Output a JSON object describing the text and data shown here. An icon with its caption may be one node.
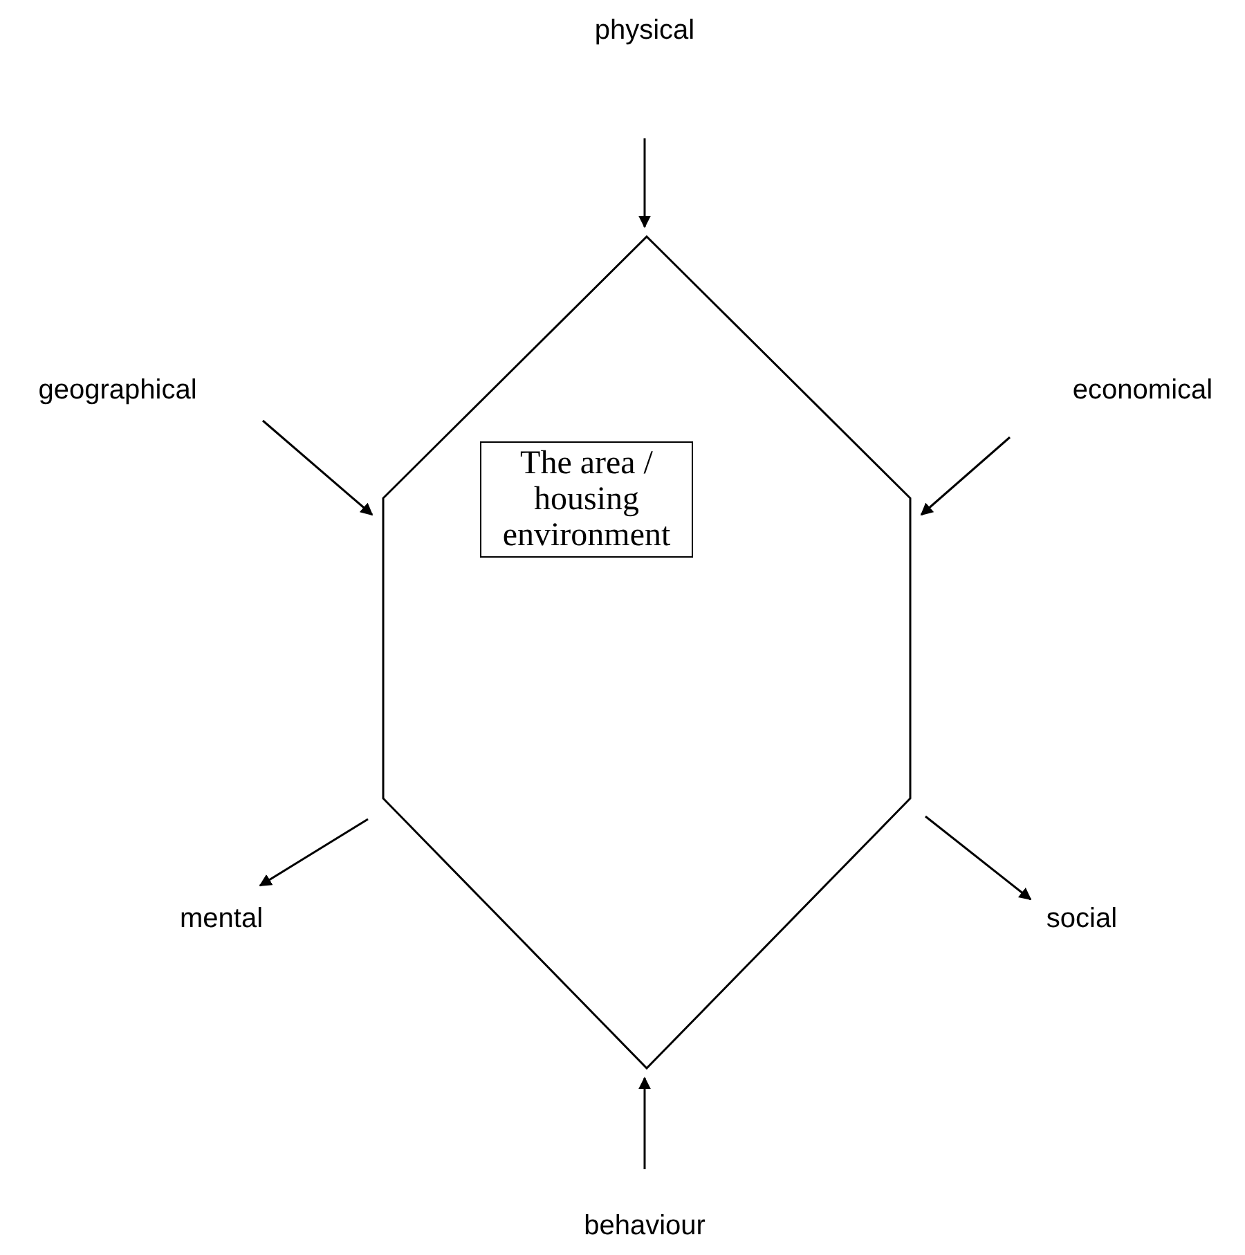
{
  "diagram": {
    "nodes": [
      {
        "text": [
          "physical"
        ]
      },
      {
        "text": [],
        "shape": "hexagon"
      },
      {
        "text": [
          "The area / housing environment"
        ],
        "in": 1
      },
      {
        "text": [
          "geographical"
        ]
      },
      {
        "text": [
          "economical"
        ]
      },
      {
        "text": [
          "mental"
        ]
      },
      {
        "text": [
          "social"
        ]
      },
      {
        "text": [
          "behaviour"
        ]
      }
    ],
    "edges": [
      {
        "from": 0,
        "to": 1,
        "arrow": "to"
      },
      {
        "from": 3,
        "to": 1,
        "arrow": "to"
      },
      {
        "from": 4,
        "to": 1,
        "arrow": "to"
      },
      {
        "from": 1,
        "to": 5,
        "arrow": "to"
      },
      {
        "from": 1,
        "to": 6,
        "arrow": "to"
      },
      {
        "from": 7,
        "to": 1,
        "arrow": "to"
      }
    ]
  }
}
